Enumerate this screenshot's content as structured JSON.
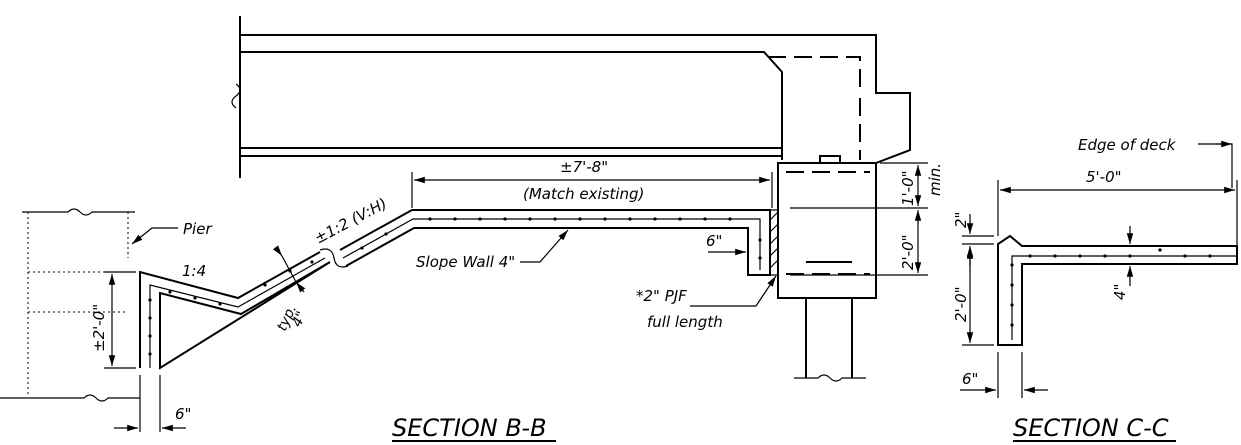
{
  "section_b": {
    "title": "SECTION B-B",
    "labels": {
      "pier": "Pier",
      "slope_1_4": "1:4",
      "slope_1_2": "±1:2 (V:H)",
      "dim_7_8": "±7'-8\"",
      "match_existing": "(Match existing)",
      "slope_wall": "Slope Wall 4\"",
      "dim_4in": "4\"",
      "typ": "typ.",
      "dim_2_0": "±2'-0\"",
      "dim_6in_bottom": "6\"",
      "dim_6in_right": "6\"",
      "pjf": "*2\" PJF",
      "full_length": "full length",
      "dim_1_0": "1'-0\"",
      "min": "min.",
      "dim_2_0_right": "2'-0\""
    }
  },
  "section_c": {
    "title": "SECTION C-C",
    "labels": {
      "edge_of_deck": "Edge of deck",
      "dim_5_0": "5'-0\"",
      "dim_2in": "2\"",
      "dim_2_0": "2'-0\"",
      "dim_4in": "4\"",
      "dim_6in": "6\""
    }
  }
}
